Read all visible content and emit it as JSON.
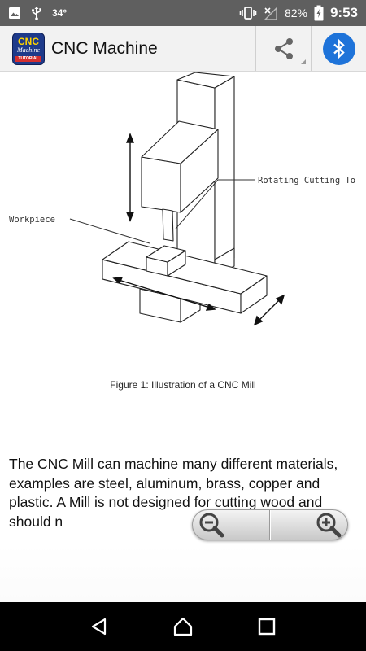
{
  "status_bar": {
    "temperature": "34°",
    "battery_percent": "82%",
    "time": "9:53",
    "icons": [
      "image-icon",
      "usb-icon",
      "vibrate-icon",
      "signal-off-icon",
      "battery-charging-icon"
    ]
  },
  "app_bar": {
    "title": "CNC Machine",
    "logo_text": {
      "line1": "CNC",
      "line2": "Machine",
      "line3": "TUTORIAL"
    },
    "actions": [
      "share-icon",
      "bluetooth-icon"
    ],
    "bluetooth_color": "#1e73d9"
  },
  "figure": {
    "label_workpiece": "Workpiece",
    "label_rotating_tool": "Rotating Cutting To",
    "caption": "Figure 1: Illustration of a CNC Mill"
  },
  "body": {
    "paragraph": "The CNC Mill can machine many different materials, examples are steel, aluminum, brass, copper and plastic. A Mill is not designed for cutting wood and should n"
  },
  "zoom": {
    "zoom_out": "zoom-out-icon",
    "zoom_in": "zoom-in-icon"
  },
  "nav_bar": {
    "buttons": [
      "back-icon",
      "home-icon",
      "recents-icon"
    ]
  }
}
